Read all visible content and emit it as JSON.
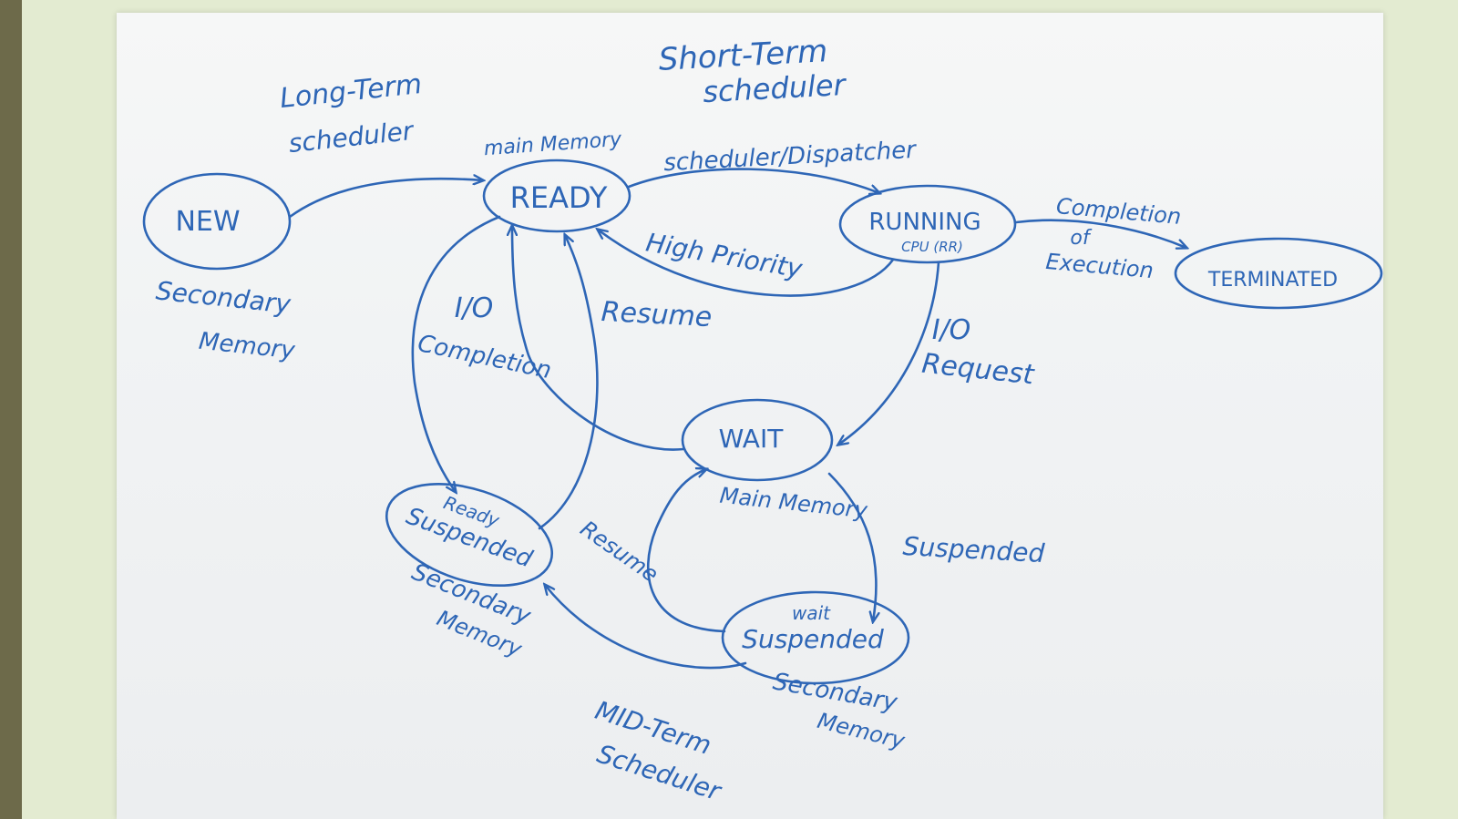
{
  "states": {
    "new": "NEW",
    "ready": "READY",
    "running": "RUNNING",
    "running_sub": "CPU (RR)",
    "terminated": "TERMINATED",
    "wait": "WAIT",
    "ready_suspended_top": "Ready",
    "ready_suspended": "Suspended",
    "wait_suspended_top": "wait",
    "wait_suspended": "Suspended"
  },
  "labels": {
    "short_term_1": "Short-Term",
    "short_term_2": "scheduler",
    "long_term_1": "Long-Term",
    "long_term_2": "scheduler",
    "main_memory_ready": "main Memory",
    "scheduler_dispatcher": "scheduler/Dispatcher",
    "completion_1": "Completion",
    "completion_2": "of",
    "completion_3": "Execution",
    "high_priority": "High Priority",
    "secondary_memory_new_1": "Secondary",
    "secondary_memory_new_2": "Memory",
    "io_completion_1": "I/O",
    "io_completion_2": "Completion",
    "resume_1": "Resume",
    "io_request_1": "I/O",
    "io_request_2": "Request",
    "main_memory_wait": "Main Memory",
    "suspended_edge": "Suspended",
    "resume_2": "Resume",
    "secondary_memory_rs_1": "Secondary",
    "secondary_memory_rs_2": "Memory",
    "secondary_memory_ws_1": "Secondary",
    "secondary_memory_ws_2": "Memory",
    "mid_term_1": "MID-Term",
    "mid_term_2": "Scheduler"
  },
  "colors": {
    "ink": "#2e66b6",
    "board": "#f3f4f5",
    "frame": "#e3ebd1"
  }
}
